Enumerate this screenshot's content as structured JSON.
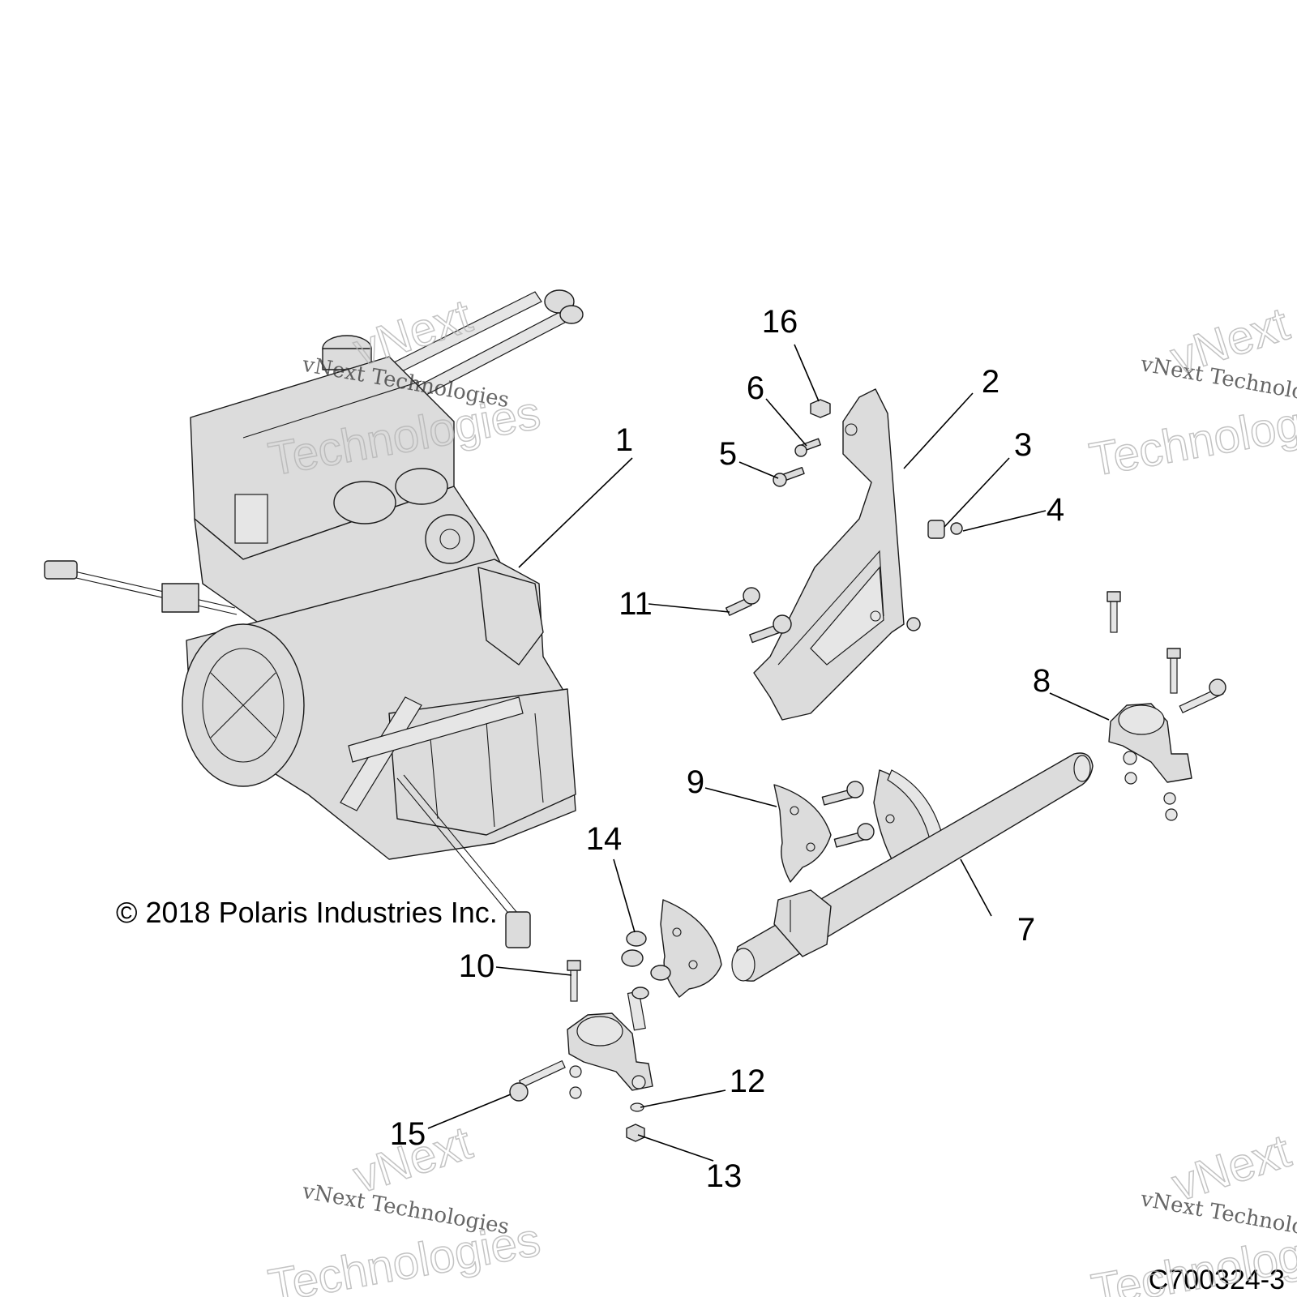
{
  "callouts": [
    {
      "num": "1"
    },
    {
      "num": "2"
    },
    {
      "num": "3"
    },
    {
      "num": "4"
    },
    {
      "num": "5"
    },
    {
      "num": "6"
    },
    {
      "num": "7"
    },
    {
      "num": "8"
    },
    {
      "num": "9"
    },
    {
      "num": "10"
    },
    {
      "num": "11"
    },
    {
      "num": "12"
    },
    {
      "num": "13"
    },
    {
      "num": "14"
    },
    {
      "num": "15"
    },
    {
      "num": "16"
    }
  ],
  "copyright": "© 2018 Polaris Industries Inc.",
  "drawing_number": "C700324-3",
  "watermark": {
    "line1": "vNext Technologies",
    "line2": "vNext",
    "line3": "Technologies"
  },
  "colors": {
    "part_fill": "#dcdcdc",
    "outline": "#1a1a1a",
    "watermark": "#b5b5b5"
  }
}
